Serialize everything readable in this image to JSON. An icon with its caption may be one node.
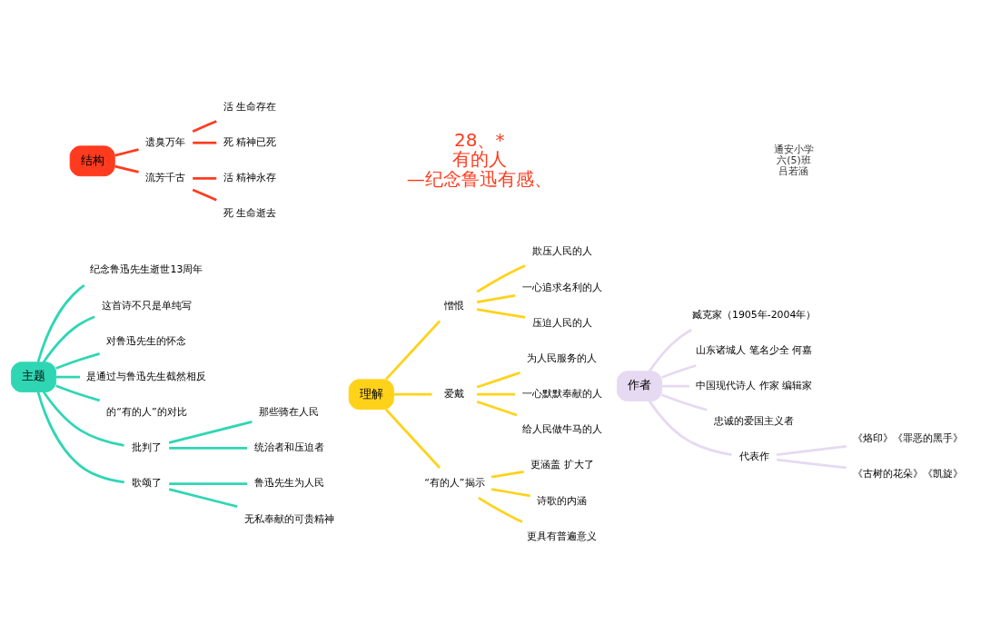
{
  "diagram": {
    "nodes": [
      {
        "text": [
          "28、*",
          "有的人",
          "—纪念鲁迅有感、"
        ]
      },
      {
        "text": [
          "主题"
        ]
      },
      {
        "text": [
          "纪念鲁迅先生逝世13周年"
        ]
      },
      {
        "text": [
          "这首诗不只是单纯写"
        ]
      },
      {
        "text": [
          "对鲁迅先生的怀念"
        ]
      },
      {
        "text": [
          "是通过与鲁迅先生截然相反"
        ]
      },
      {
        "text": [
          "的“有的人”的对比"
        ]
      },
      {
        "text": [
          "批判了"
        ]
      },
      {
        "text": [
          "那些骑在人民"
        ]
      },
      {
        "text": [
          "统治者和压迫者"
        ]
      },
      {
        "text": [
          "歌颂了"
        ]
      },
      {
        "text": [
          "鲁迅先生为人民"
        ]
      },
      {
        "text": [
          "无私奉献的可贵精神"
        ]
      },
      {
        "text": [
          "作者"
        ]
      },
      {
        "text": [
          "臧克家（1905年-2004年）"
        ]
      },
      {
        "text": [
          "山东诸城人 笔名少全 何嘉"
        ]
      },
      {
        "text": [
          "中国现代诗人 作家 编辑家"
        ]
      },
      {
        "text": [
          "忠诚的爱国主义者"
        ]
      },
      {
        "text": [
          "代表作"
        ]
      },
      {
        "text": [
          "《烙印》《罪恶的黑手》"
        ]
      },
      {
        "text": [
          "《古树的花朵》《凯旋》"
        ]
      },
      {
        "text": [
          "理解"
        ]
      },
      {
        "text": [
          "憎恨"
        ]
      },
      {
        "text": [
          "欺压人民的人"
        ]
      },
      {
        "text": [
          "一心追求名利的人"
        ]
      },
      {
        "text": [
          "压迫人民的人"
        ]
      },
      {
        "text": [
          "爱戴"
        ]
      },
      {
        "text": [
          "为人民服务的人"
        ]
      },
      {
        "text": [
          "一心默默奉献的人"
        ]
      },
      {
        "text": [
          "给人民做牛马的人"
        ]
      },
      {
        "text": [
          "“有的人”揭示"
        ]
      },
      {
        "text": [
          "更涵盖 扩大了"
        ]
      },
      {
        "text": [
          "诗歌的内涵"
        ]
      },
      {
        "text": [
          "更具有普遍意义"
        ]
      },
      {
        "text": [
          "结构"
        ]
      },
      {
        "text": [
          "遗臭万年"
        ]
      },
      {
        "text": [
          "活 生命存在"
        ]
      },
      {
        "text": [
          "死 精神已死"
        ]
      },
      {
        "text": [
          "流芳千古"
        ]
      },
      {
        "text": [
          "活 精神永存"
        ]
      },
      {
        "text": [
          "死 生命逝去"
        ]
      }
    ],
    "edges": [
      {
        "from": 1,
        "to": 2,
        "arrow": "none",
        "color": "#2fd6b4"
      },
      {
        "from": 1,
        "to": 3,
        "arrow": "none",
        "color": "#2fd6b4"
      },
      {
        "from": 1,
        "to": 4,
        "arrow": "none",
        "color": "#2fd6b4"
      },
      {
        "from": 1,
        "to": 5,
        "arrow": "none",
        "color": "#2fd6b4"
      },
      {
        "from": 1,
        "to": 6,
        "arrow": "none",
        "color": "#2fd6b4"
      },
      {
        "from": 1,
        "to": 7,
        "arrow": "none",
        "color": "#2fd6b4"
      },
      {
        "from": 7,
        "to": 8,
        "arrow": "none",
        "color": "#2fd6b4"
      },
      {
        "from": 7,
        "to": 9,
        "arrow": "none",
        "color": "#2fd6b4"
      },
      {
        "from": 1,
        "to": 10,
        "arrow": "none",
        "color": "#2fd6b4"
      },
      {
        "from": 10,
        "to": 11,
        "arrow": "none",
        "color": "#2fd6b4"
      },
      {
        "from": 10,
        "to": 12,
        "arrow": "none",
        "color": "#2fd6b4"
      },
      {
        "from": 13,
        "to": 14,
        "arrow": "none",
        "color": "#e6d9f2"
      },
      {
        "from": 13,
        "to": 15,
        "arrow": "none",
        "color": "#e6d9f2"
      },
      {
        "from": 13,
        "to": 16,
        "arrow": "none",
        "color": "#e6d9f2"
      },
      {
        "from": 13,
        "to": 17,
        "arrow": "none",
        "color": "#e6d9f2"
      },
      {
        "from": 13,
        "to": 18,
        "arrow": "none",
        "color": "#e6d9f2"
      },
      {
        "from": 18,
        "to": 19,
        "arrow": "none",
        "color": "#e6d9f2"
      },
      {
        "from": 18,
        "to": 20,
        "arrow": "none",
        "color": "#e6d9f2"
      },
      {
        "from": 21,
        "to": 22,
        "arrow": "none",
        "color": "#ffd21a"
      },
      {
        "from": 22,
        "to": 23,
        "arrow": "none",
        "color": "#ffd21a"
      },
      {
        "from": 22,
        "to": 24,
        "arrow": "none",
        "color": "#ffd21a"
      },
      {
        "from": 22,
        "to": 25,
        "arrow": "none",
        "color": "#ffd21a"
      },
      {
        "from": 21,
        "to": 26,
        "arrow": "none",
        "color": "#ffd21a"
      },
      {
        "from": 26,
        "to": 27,
        "arrow": "none",
        "color": "#ffd21a"
      },
      {
        "from": 26,
        "to": 28,
        "arrow": "none",
        "color": "#ffd21a"
      },
      {
        "from": 26,
        "to": 29,
        "arrow": "none",
        "color": "#ffd21a"
      },
      {
        "from": 21,
        "to": 30,
        "arrow": "none",
        "color": "#ffd21a"
      },
      {
        "from": 30,
        "to": 31,
        "arrow": "none",
        "color": "#ffd21a"
      },
      {
        "from": 30,
        "to": 32,
        "arrow": "none",
        "color": "#ffd21a"
      },
      {
        "from": 30,
        "to": 33,
        "arrow": "none",
        "color": "#ffd21a"
      },
      {
        "from": 34,
        "to": 35,
        "arrow": "none",
        "color": "#ff3b1f"
      },
      {
        "from": 35,
        "to": 36,
        "arrow": "none",
        "color": "#ff3b1f"
      },
      {
        "from": 35,
        "to": 37,
        "arrow": "none",
        "color": "#ff3b1f"
      },
      {
        "from": 34,
        "to": 38,
        "arrow": "none",
        "color": "#ff3b1f"
      },
      {
        "from": 38,
        "to": 39,
        "arrow": "none",
        "color": "#ff3b1f"
      },
      {
        "from": 38,
        "to": 40,
        "arrow": "none",
        "color": "#ff3b1f"
      }
    ],
    "labels": [
      "通安小学",
      "六(5)班",
      "吕若涵"
    ]
  }
}
